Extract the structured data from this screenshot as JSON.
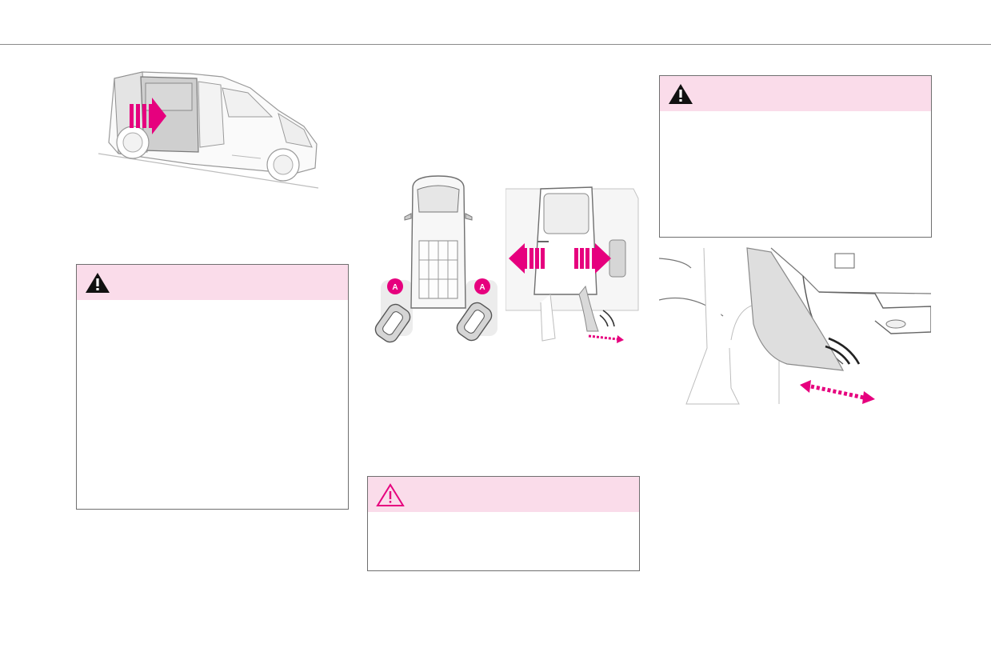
{
  "page": {
    "background": "#ffffff",
    "accent_color": "#e6007e",
    "warning_band_color": "#fadcea",
    "rule_color": "#8a8a8a"
  },
  "figures": {
    "side_van": {
      "icon": "van-side-sliding-door-illustration"
    },
    "top_view": {
      "icon": "van-top-view-with-keys-illustration",
      "marker_label": "A"
    },
    "side_door": {
      "icon": "sliding-door-foot-gesture-illustration"
    },
    "foot_detail": {
      "icon": "foot-under-bumper-illustration"
    }
  },
  "warnings": [
    {
      "icon": "warning-solid-icon",
      "style": "filled"
    },
    {
      "icon": "warning-outline-icon",
      "style": "outline"
    },
    {
      "icon": "warning-solid-icon",
      "style": "filled"
    }
  ]
}
